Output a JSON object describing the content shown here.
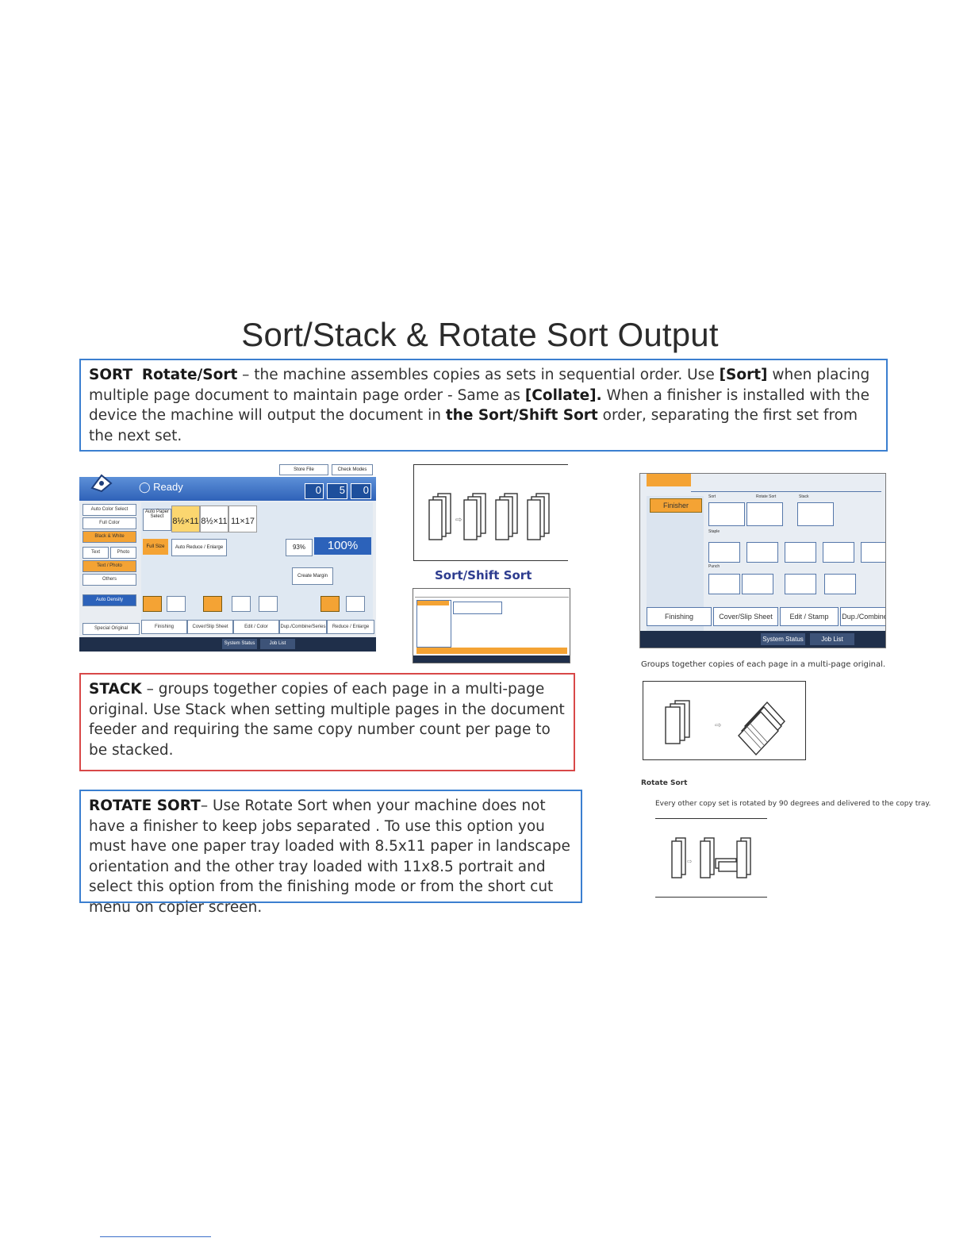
{
  "title": "Sort/Stack & Rotate Sort Output",
  "sort_box": {
    "lead": "SORT",
    "lead2": "Rotate/Sort",
    "t1": " – the machine assembles copies as sets in sequential order. Use ",
    "b1": "[Sort]",
    "t2": " when placing multiple page document to maintain page order - Same as ",
    "b2": "[Collate].",
    "t3": " When a finisher is installed with the device the machine will output the document in ",
    "b3": "the Sort/Shift Sort",
    "t4": " order, separating the first set from the next set."
  },
  "stack_box": {
    "lead": "STACK",
    "text": " – groups together copies of each page in a multi-page original. Use Stack when setting multiple pages in the document feeder and requiring the same copy number count per page to be stacked."
  },
  "rotate_box": {
    "lead": "ROTATE SORT",
    "text": "– Use Rotate Sort when your machine does not have a finisher to keep jobs separated . To use this option you must have one paper tray loaded with 8.5x11 paper in landscape orientation and the other tray loaded with 11x8.5 portrait and select this option from the finishing mode or from the short cut menu on copier screen."
  },
  "copier_panel": {
    "status": "Ready",
    "store_file": "Store File",
    "check_modes": "Check Modes",
    "originals": "0",
    "quantity": "5",
    "copies": "0",
    "auto_color_select": "Auto Color Select",
    "full_color": "Full Color",
    "black_white": "Black & White",
    "text": "Text",
    "photo": "Photo",
    "text_photo": "Text / Photo",
    "others": "Others",
    "auto_density": "Auto Density",
    "special_original": "Special Original",
    "auto_paper_select": "Auto Paper Select",
    "tray1": "8½×11",
    "tray2": "8½×11",
    "tray3": "11×17",
    "full_size": "Full Size",
    "auto_reduce_enlarge": "Auto Reduce / Enlarge",
    "ratio": "93%",
    "percent": "100%",
    "create_margin": "Create Margin",
    "tabs": [
      "Finishing",
      "Cover/Slip Sheet",
      "Edit / Color",
      "Dup./Combine/Series",
      "Reduce / Enlarge"
    ],
    "system_status": "System Status",
    "job_list": "Job List"
  },
  "sort_shift_label": "Sort/Shift Sort",
  "finisher_screen": {
    "finisher": "Finisher",
    "finishing": "Finishing",
    "cover_slip_sheet": "Cover/Slip Sheet",
    "edit_stamp": "Edit / Stamp",
    "dup_combine": "Dup./Combine",
    "system_status": "System Status",
    "job_list": "Job List",
    "sort": "Sort",
    "rotate_sort": "Rotate Sort",
    "stack": "Stack",
    "staple": "Staple",
    "punch": "Punch"
  },
  "stack_caption": "Groups together copies of each page in a multi-page original.",
  "rotate_label": "Rotate Sort",
  "rotate_caption": "Every other copy set is rotated by 90 degrees and delivered to the copy tray."
}
